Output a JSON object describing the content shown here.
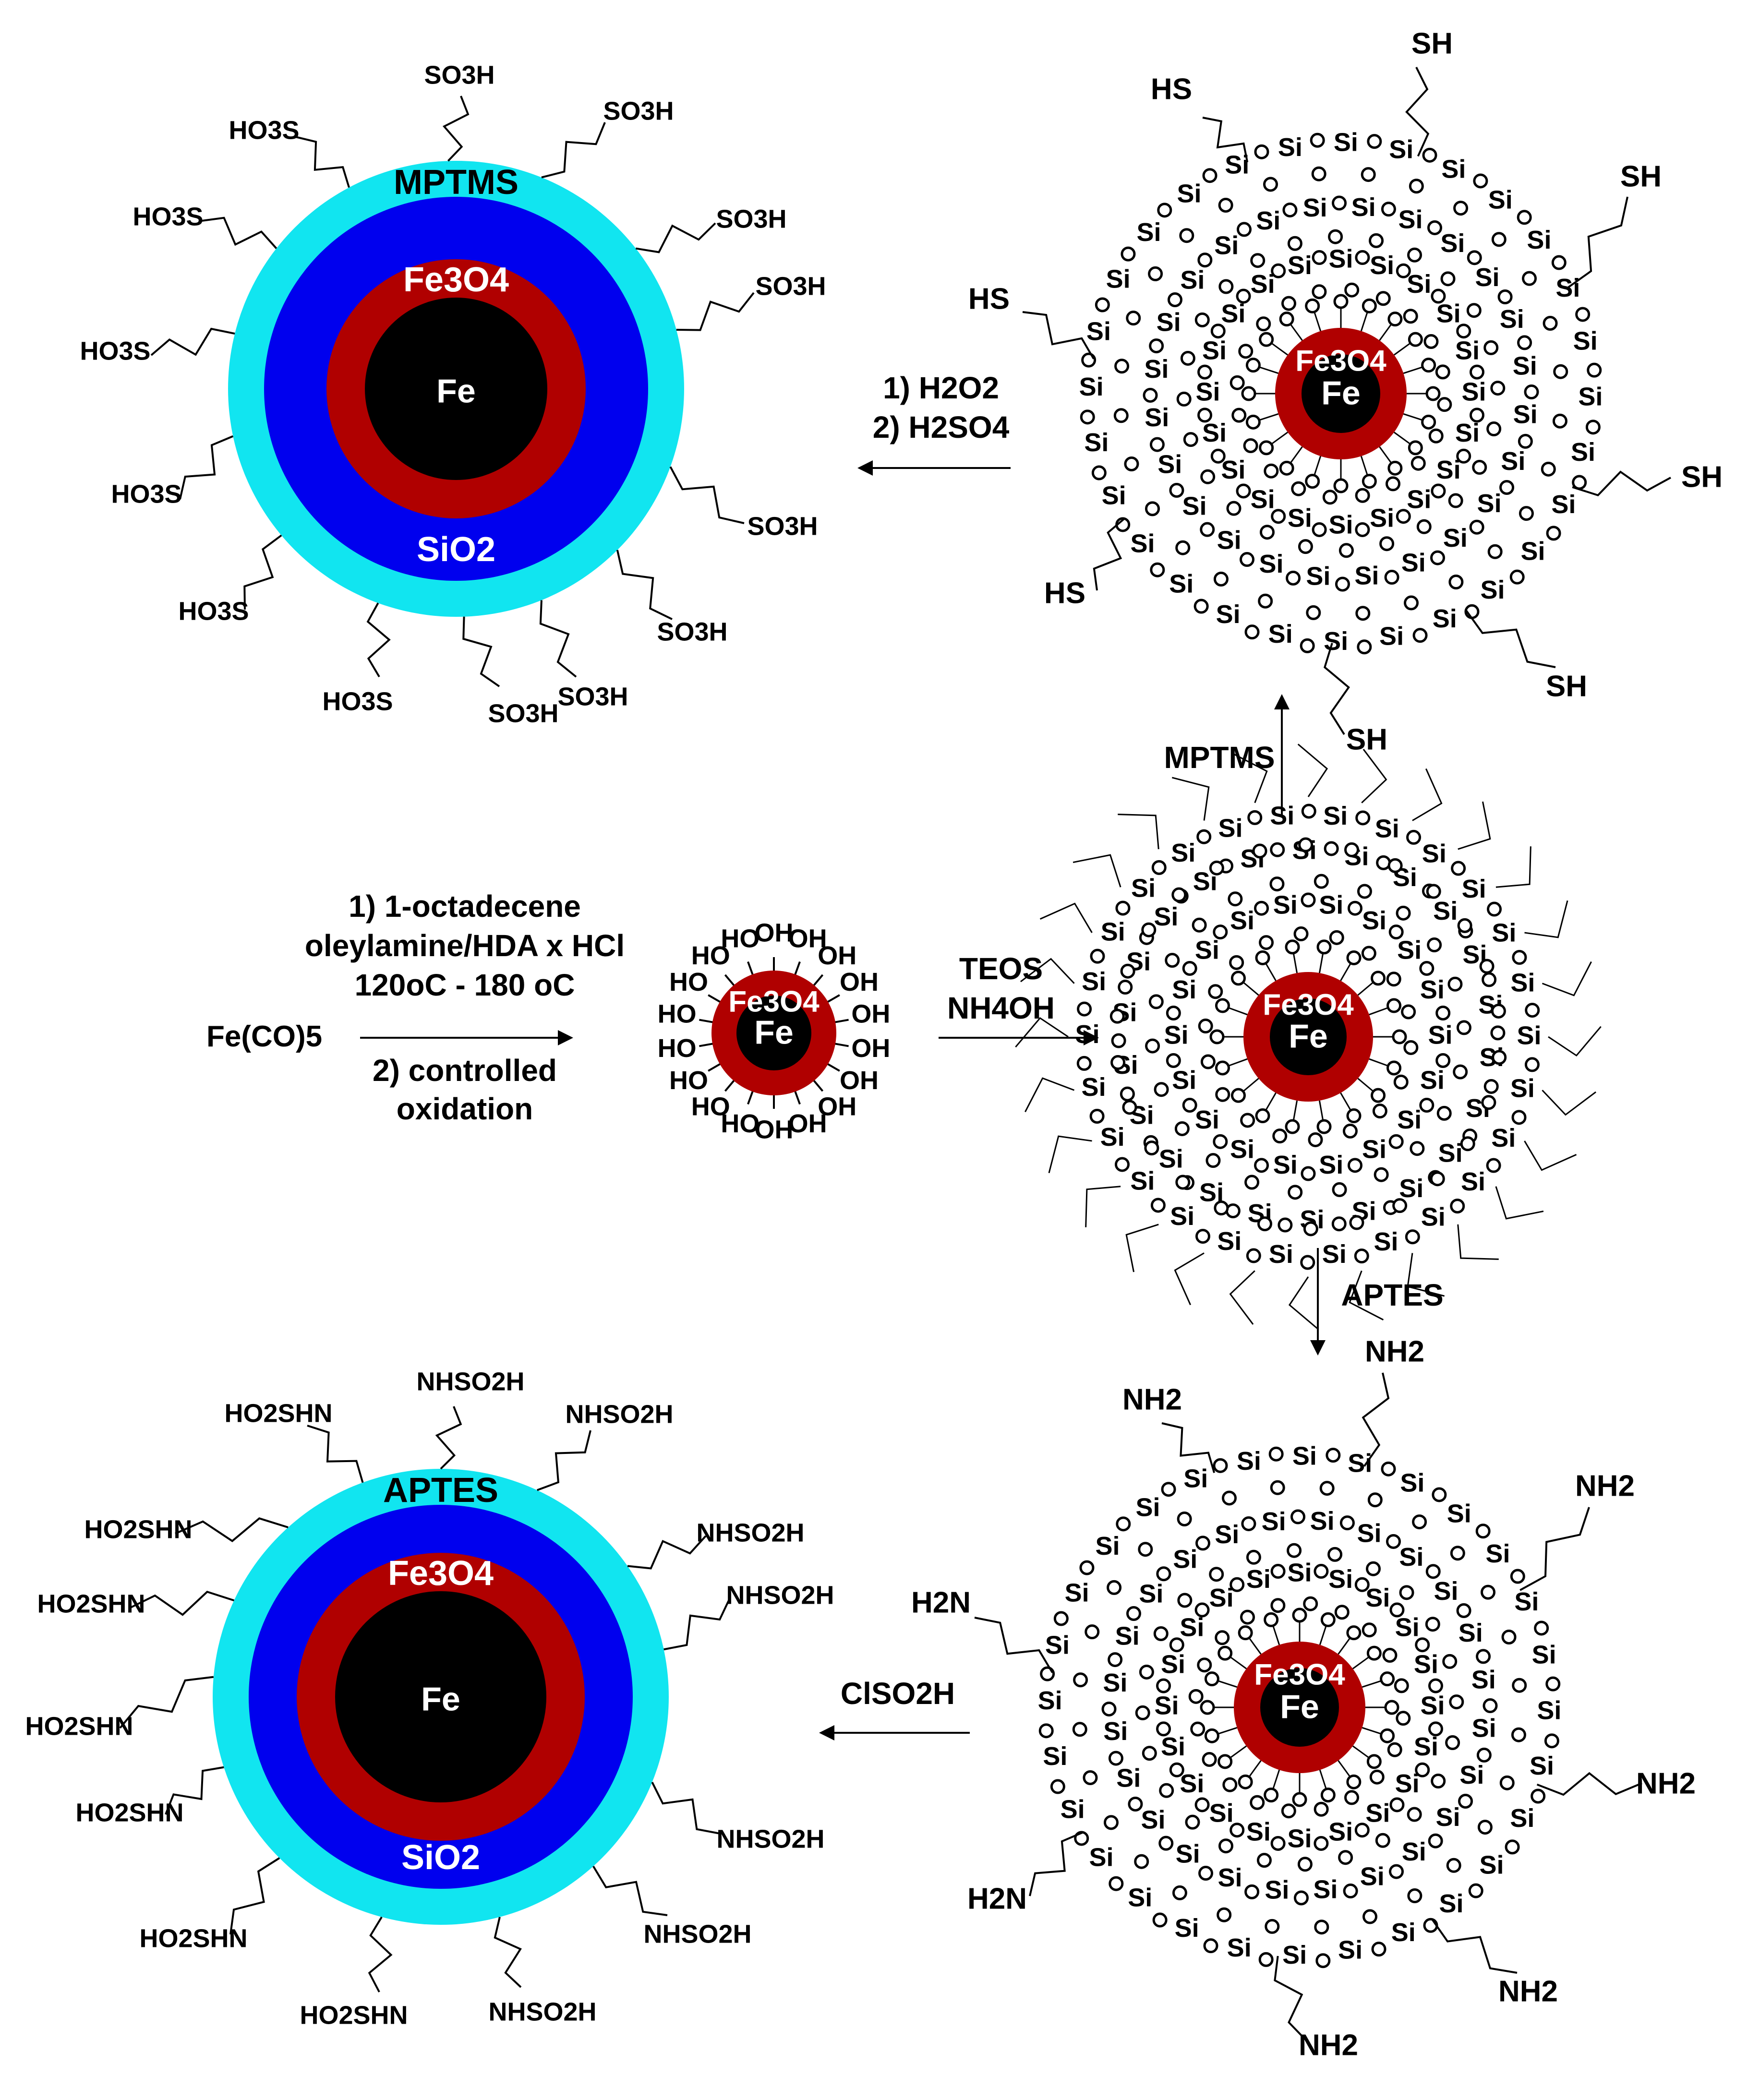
{
  "colors": {
    "fe_core": "#000000",
    "fe3o4_shell": "#b00000",
    "sio2_shell": "#0000ee",
    "coating_shell": "#11e5f0",
    "line": "#000000"
  },
  "step1": {
    "reagent": "Fe(CO)5",
    "conditions": [
      "1)  1-octadecene",
      "oleylamine/HDA x HCl",
      "120oC - 180 oC"
    ],
    "conditions_below": [
      "2)  controlled",
      "oxidation"
    ]
  },
  "step2": {
    "conditions": [
      "TEOS",
      "NH4OH"
    ]
  },
  "step3a": {
    "reagent": "MPTMS"
  },
  "step3b": {
    "reagent": "APTES"
  },
  "step4a": {
    "conditions": [
      "1)  H2O2",
      "2)  H2SO4"
    ]
  },
  "step4b": {
    "conditions": [
      "ClSO2H"
    ]
  },
  "particles": {
    "core_label": "Fe",
    "shell_label": "Fe3O4",
    "silica_label": "SiO2",
    "si_atom": "Si",
    "o_atom": "O",
    "hydroxyl": "OH",
    "hydroxyl_left": "HO",
    "thiol_right": "SH",
    "thiol_left": "HS",
    "amine_right": "NH2",
    "amine_left": "H2N",
    "top_layer_label": "MPTMS",
    "bottom_layer_label": "APTES",
    "sulfonic_right": "SO3H",
    "sulfonic_left": "HO3S",
    "sulfamic_right": "NHSO2H",
    "sulfamic_left": "HO2SHN"
  }
}
